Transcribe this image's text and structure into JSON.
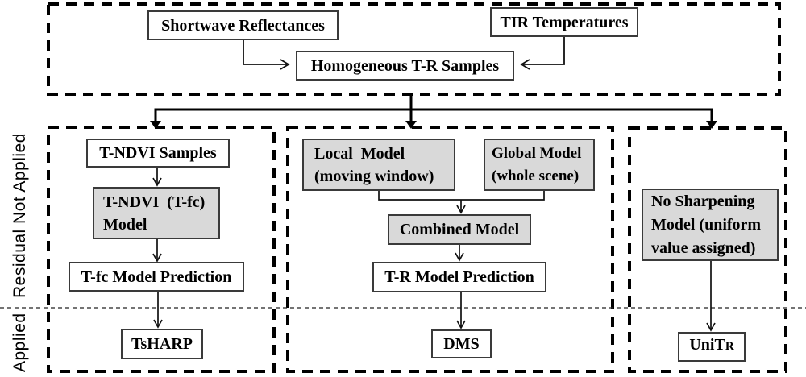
{
  "palette": {
    "gray_fill": "#d9d9d9",
    "box_border": "#3a3a3a",
    "line_color": "#111111"
  },
  "top_section": {
    "shortwave_box": "Shortwave Reflectances",
    "tir_box": "TIR Temperatures",
    "homogeneous_box": "Homogeneous T-R Samples"
  },
  "side_labels": {
    "not_applied": "Residual Not Applied",
    "applied": "Applied"
  },
  "left_column": {
    "tndvi_samples": "T-NDVI Samples",
    "tndvi_model": {
      "lines": [
        "T-NDVI  (T-fc)",
        "Model"
      ]
    },
    "tfc_prediction": "T-fc Model Prediction",
    "tsharp": "TsHARP"
  },
  "middle_column": {
    "local_model": {
      "lines": [
        "Local  Model",
        "(moving window)"
      ]
    },
    "global_model": {
      "lines": [
        "Global Model",
        "(whole scene)"
      ]
    },
    "combined_model": "Combined Model",
    "tr_prediction": "T-R Model Prediction",
    "dms": "DMS"
  },
  "right_column": {
    "no_sharpening": {
      "lines": [
        "No Sharpening",
        "Model (uniform",
        "value assigned)"
      ]
    },
    "unitr": {
      "main": "UniT",
      "sub": "R"
    }
  }
}
